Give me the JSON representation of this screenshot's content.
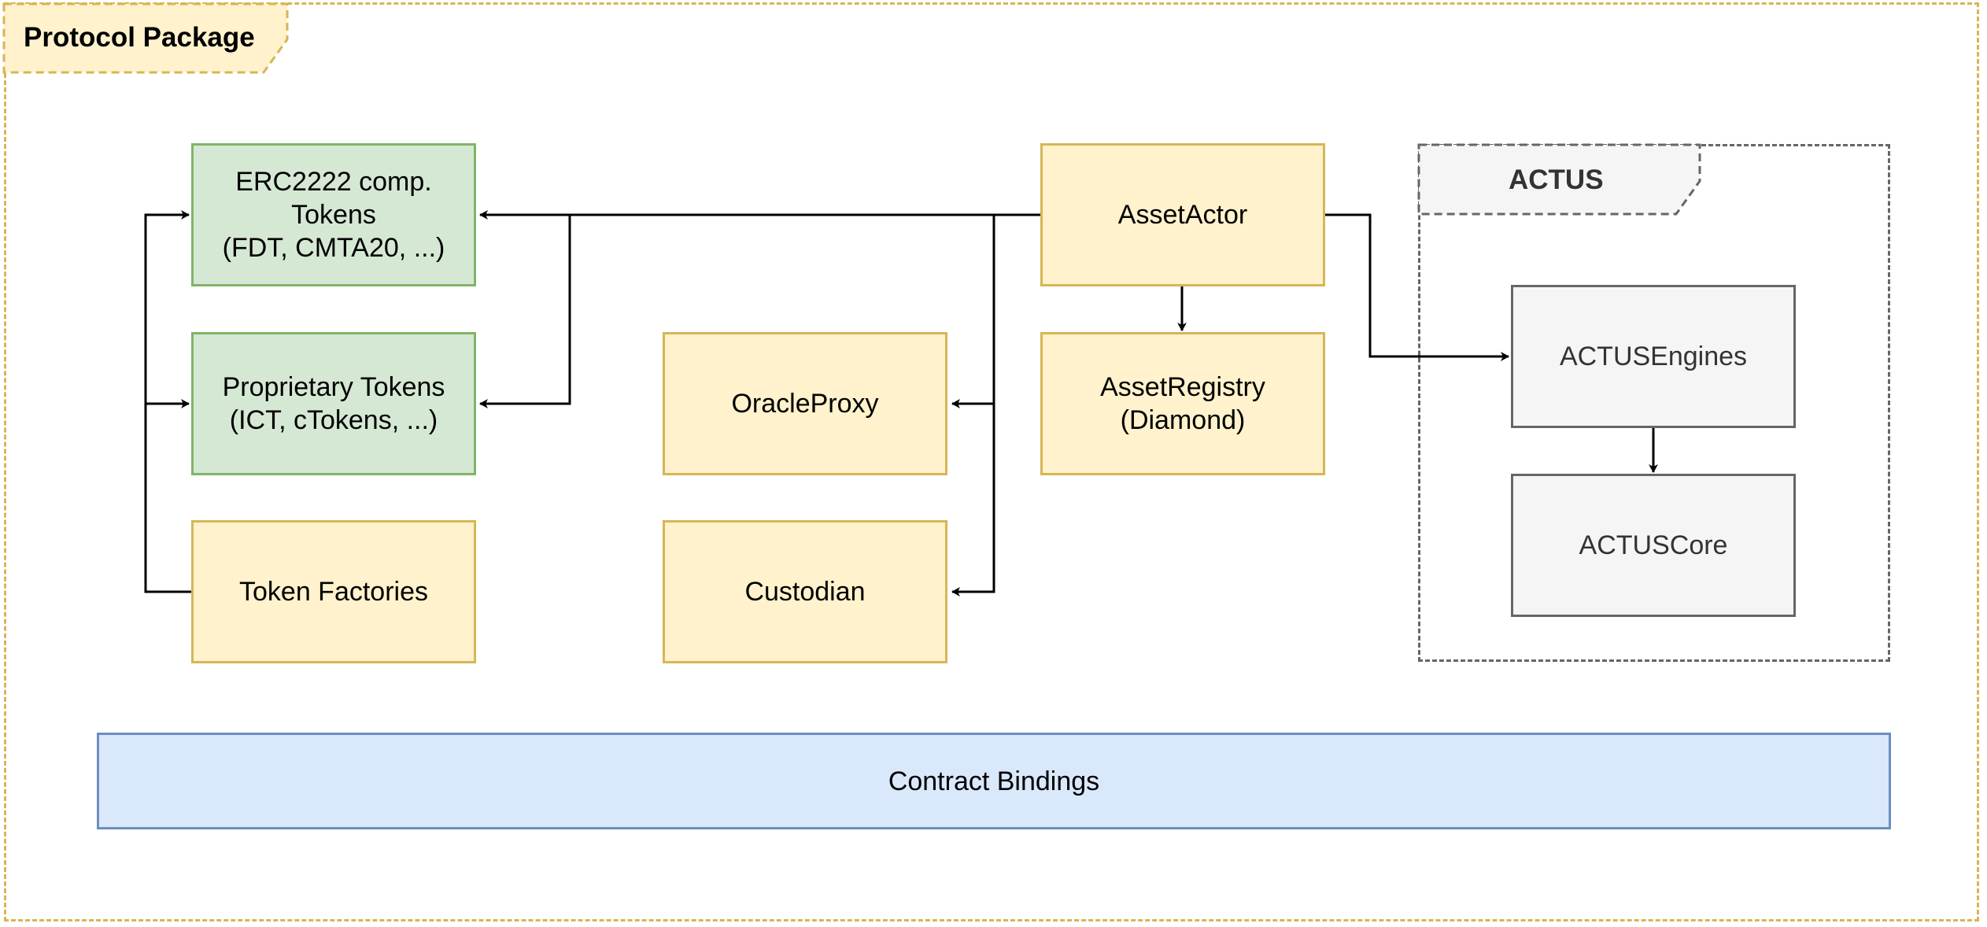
{
  "package": {
    "title": "Protocol Package"
  },
  "actus_group": {
    "title": "ACTUS"
  },
  "nodes": {
    "erc2222_tokens": "ERC2222 comp.\nTokens\n(FDT, CMTA20, ...)",
    "proprietary_tokens": "Proprietary Tokens\n(ICT, cTokens, ...)",
    "token_factories": "Token Factories",
    "oracle_proxy": "OracleProxy",
    "custodian": "Custodian",
    "asset_actor": "AssetActor",
    "asset_registry": "AssetRegistry\n(Diamond)",
    "actus_engines": "ACTUSEngines",
    "actus_core": "ACTUSCore",
    "contract_bindings": "Contract Bindings"
  },
  "colors": {
    "package_border": "#d6b656",
    "package_tab_fill": "#fff2cc",
    "actus_border": "#666666",
    "actus_tab_fill": "#f5f5f5",
    "green_fill": "#d5e8d4",
    "green_border": "#82b366",
    "yellow_fill": "#fff2cc",
    "yellow_border": "#d6b656",
    "gray_fill": "#f5f5f5",
    "gray_border": "#666666",
    "blue_fill": "#dae8fc",
    "blue_border": "#6c8ebf",
    "arrow": "#000000"
  }
}
